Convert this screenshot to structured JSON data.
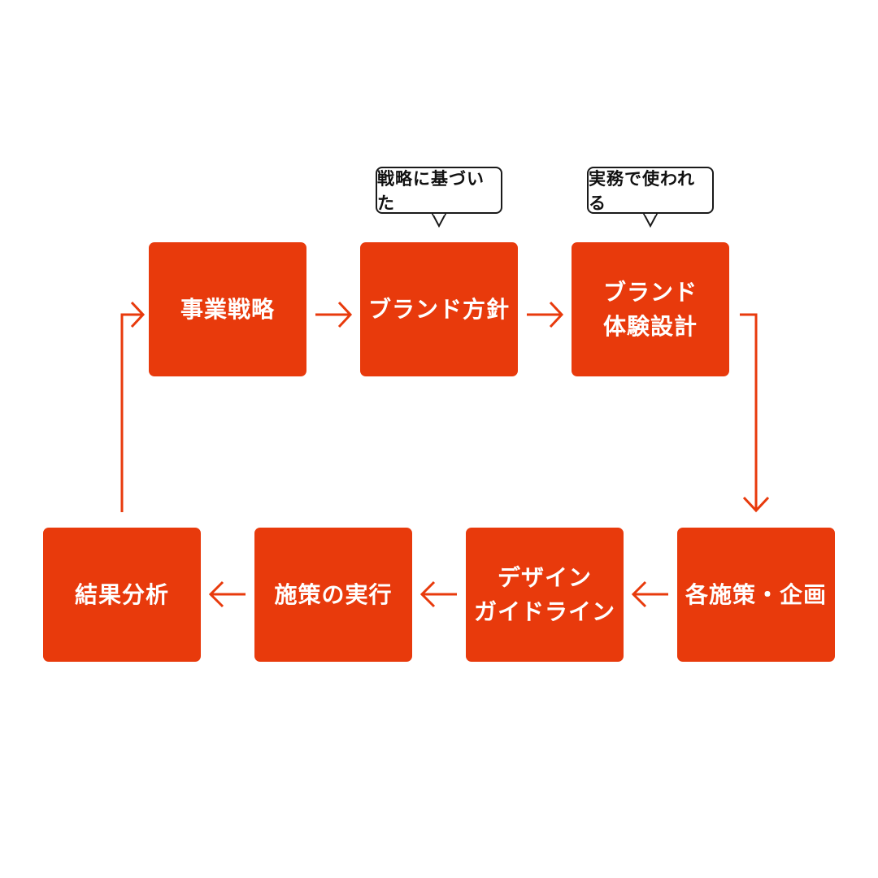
{
  "diagram": {
    "accent_color": "#e83a0c",
    "boxes": {
      "business_strategy": {
        "lines": [
          "事業戦略"
        ]
      },
      "brand_policy": {
        "lines": [
          "ブランド方針"
        ]
      },
      "brand_experience": {
        "lines": [
          "ブランド",
          "体験設計"
        ]
      },
      "measures_planning": {
        "lines": [
          "各施策・企画"
        ]
      },
      "design_guideline": {
        "lines": [
          "デザイン",
          "ガイドライン"
        ]
      },
      "execution": {
        "lines": [
          "施策の実行"
        ]
      },
      "result_analysis": {
        "lines": [
          "結果分析"
        ]
      }
    },
    "callouts": {
      "strategy_based": "戦略に基づいた",
      "practical_use": "実務で使われる"
    }
  }
}
